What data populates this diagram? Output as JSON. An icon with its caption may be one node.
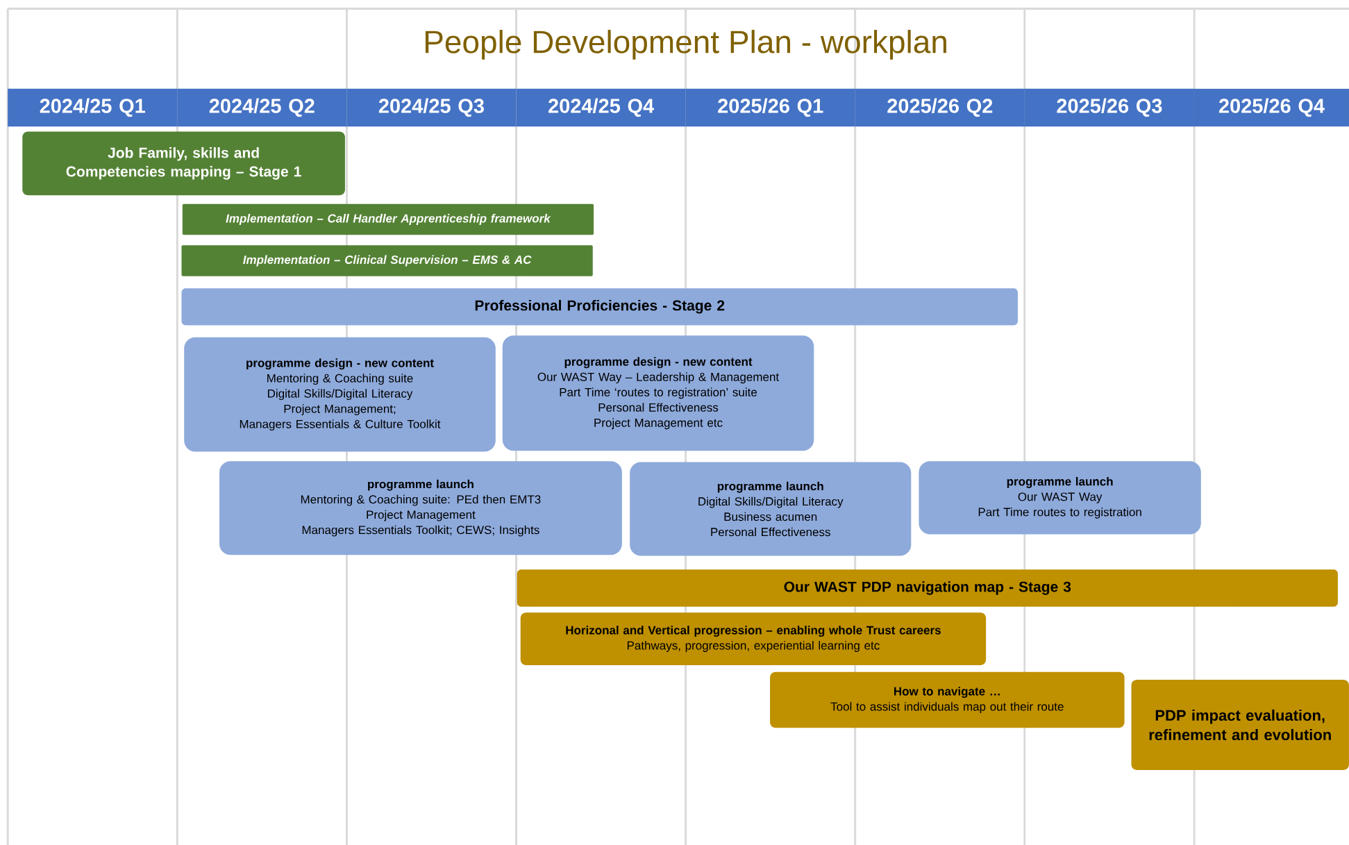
{
  "diagram": {
    "title": "People Development Plan - workplan",
    "nodes": [
      {
        "text": [
          "2024/25 Q1"
        ]
      },
      {
        "text": [
          "2024/25 Q2"
        ]
      },
      {
        "text": [
          "2024/25 Q3"
        ]
      },
      {
        "text": [
          "2024/25 Q4"
        ]
      },
      {
        "text": [
          "2025/26 Q1"
        ]
      },
      {
        "text": [
          "2025/26 Q2"
        ]
      },
      {
        "text": [
          "2025/26 Q3"
        ]
      },
      {
        "text": [
          "2025/26 Q4"
        ]
      },
      {
        "text": [
          "Job Family, skills and Competencies mapping – Stage 1"
        ]
      },
      {
        "text": [
          "Implementation – Call Handler Apprenticeship framework"
        ]
      },
      {
        "text": [
          "Implementation – Clinical Supervision – EMS & AC"
        ]
      },
      {
        "text": [
          "Professional Proficiencies - Stage 2"
        ]
      },
      {
        "text": [
          "programme design - new content",
          "Mentoring & Coaching suite",
          "Digital Skills/Digital Literacy",
          "Project Management;",
          "Managers Essentials & Culture Toolkit"
        ]
      },
      {
        "text": [
          "programme design - new content",
          "Our WAST Way – Leadership & Management",
          "Part Time ‘routes to registration’ suite",
          "Personal Effectiveness",
          "Project Management etc"
        ]
      },
      {
        "text": [
          "programme launch",
          "Mentoring & Coaching suite: PEd then EMT3",
          "Project Management",
          "Managers Essentials Toolkit; CEWS; Insights"
        ]
      },
      {
        "text": [
          "programme launch",
          "Digital Skills/Digital Literacy",
          "Business acumen",
          "Personal Effectiveness"
        ]
      },
      {
        "text": [
          "programme launch",
          "Our WAST Way",
          "Part Time routes to registration"
        ]
      },
      {
        "text": [
          "Our WAST PDP navigation map - Stage 3"
        ]
      },
      {
        "text": [
          "Horizonal and Vertical progression – enabling whole Trust careers",
          "Pathways, progression, experiential learning etc"
        ]
      },
      {
        "text": [
          "How to navigate …",
          "Tool to assist individuals map out their route"
        ]
      },
      {
        "text": [
          "PDP impact evaluation, refinement and evolution"
        ]
      }
    ]
  }
}
